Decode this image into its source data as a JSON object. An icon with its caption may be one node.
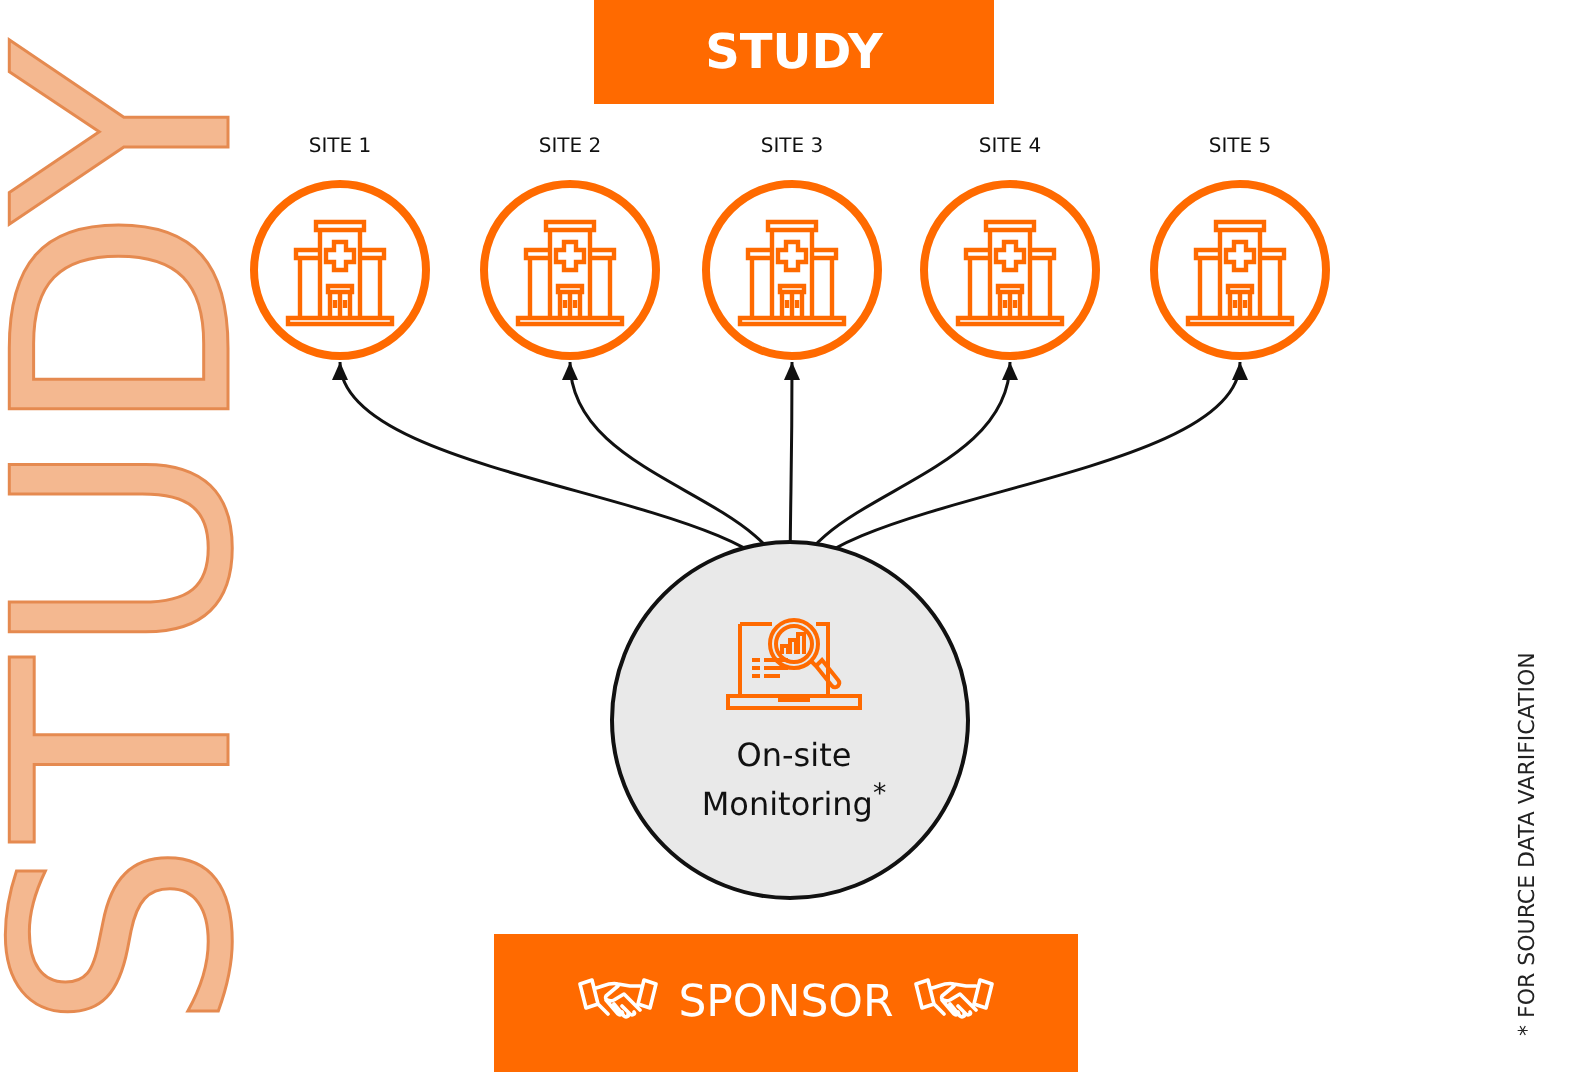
{
  "diagram": {
    "nodes": [
      {
        "text": [
          "STUDY"
        ]
      },
      {
        "text": [
          "SITE 1"
        ]
      },
      {
        "text": [
          "SITE 2"
        ]
      },
      {
        "text": [
          "SITE 3"
        ]
      },
      {
        "text": [
          "SITE 4"
        ]
      },
      {
        "text": [
          "SITE 5"
        ]
      },
      {
        "text": [
          "On-site Monitoring$^{*}$"
        ]
      },
      {
        "text": [
          "SPONSOR"
        ]
      }
    ],
    "edges": [
      {
        "from": 6,
        "to": 1,
        "arrow": "to"
      },
      {
        "from": 6,
        "to": 2,
        "arrow": "to"
      },
      {
        "from": 6,
        "to": 3,
        "arrow": "to"
      },
      {
        "from": 6,
        "to": 4,
        "arrow": "to"
      },
      {
        "from": 6,
        "to": 5,
        "arrow": "to"
      }
    ],
    "labels": [
      "STUDY",
      "* FOR SOURCE DATA VARIFICATION"
    ]
  }
}
